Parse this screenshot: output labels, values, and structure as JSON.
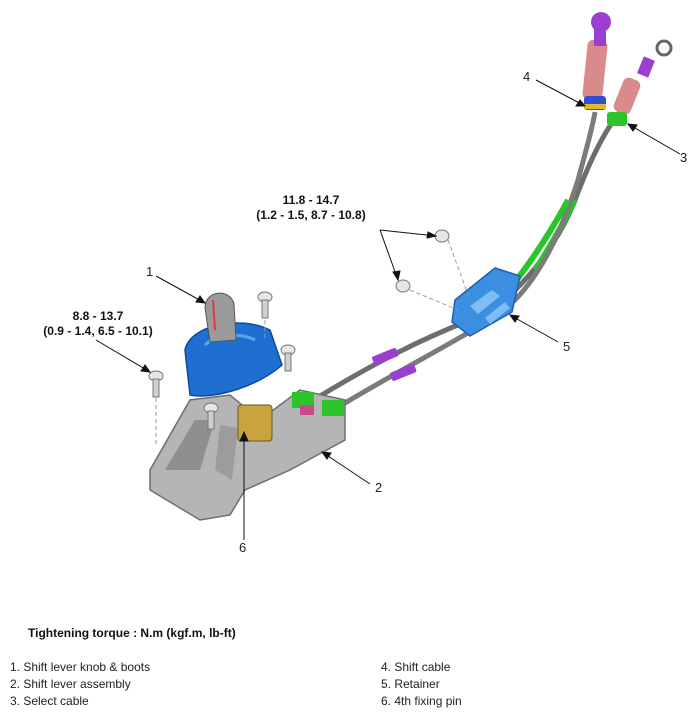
{
  "torque_specs": {
    "retainer_bolts": {
      "line1": "11.8 - 14.7",
      "line2": "(1.2 - 1.5, 8.7 - 10.8)"
    },
    "shift_lever_bolts": {
      "line1": "8.8 - 13.7",
      "line2": "(0.9 - 1.4, 6.5 - 10.1)"
    }
  },
  "callouts": [
    "1",
    "2",
    "3",
    "4",
    "5",
    "6"
  ],
  "heading": "Tightening torque : N.m (kgf.m, lb-ft)",
  "legend": {
    "left": [
      "1. Shift lever knob & boots",
      "2. Shift lever assembly",
      "3. Select cable"
    ],
    "right": [
      "4. Shift cable",
      "5. Retainer",
      "6. 4th fixing pin"
    ]
  },
  "colors": {
    "boot_blue": "#1e6fd1",
    "base_gray": "#b5b5b5",
    "cable_green": "#2bc42b",
    "cable_gray": "#8a8a8a",
    "purple": "#9b3fd0",
    "pink": "#d98a8a"
  }
}
